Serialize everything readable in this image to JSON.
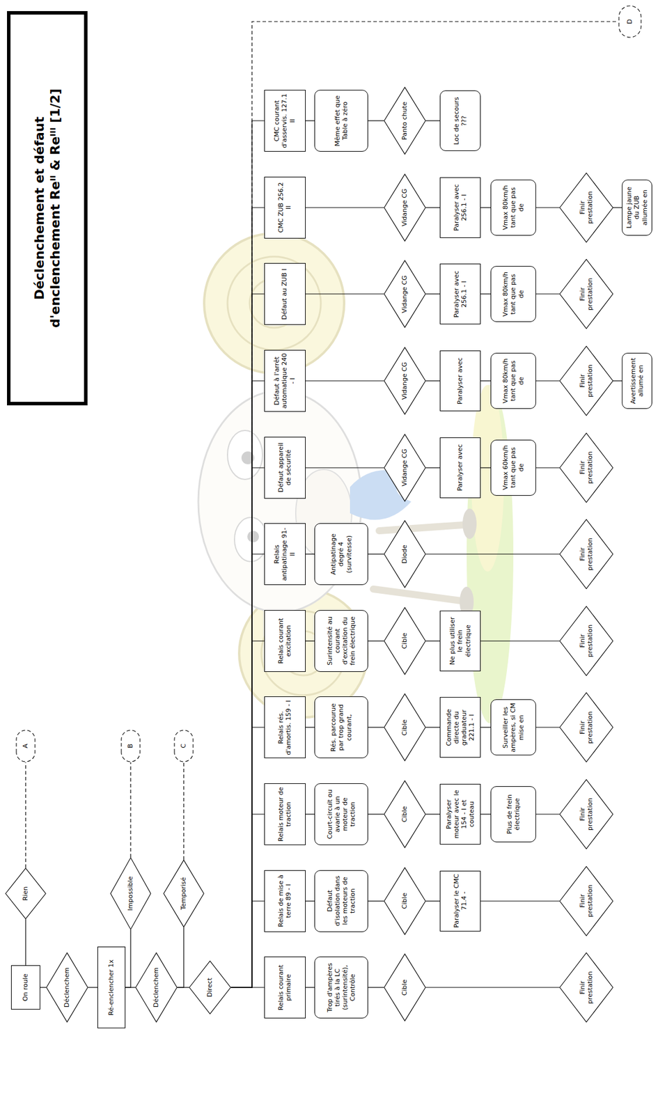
{
  "diagram": {
    "title": "Déclenchement et défaut d'enclenchement Reᴵᴵ & Reᴵᴵᴵ [1/2]",
    "nodes": [
      {
        "text": [
          "On roule"
        ]
      },
      {
        "text": [
          "Déclenchem"
        ]
      },
      {
        "text": [
          "Rien"
        ]
      },
      {
        "text": [
          "A"
        ]
      },
      {
        "text": [
          "Ré-enclencher 1x"
        ]
      },
      {
        "text": [
          "Déclenchem"
        ]
      },
      {
        "text": [
          "Impossible"
        ]
      },
      {
        "text": [
          "B"
        ]
      },
      {
        "text": [
          "Temporisé"
        ]
      },
      {
        "text": [
          "C"
        ]
      },
      {
        "text": [
          "Direct"
        ]
      },
      {
        "text": [
          "D"
        ]
      },
      {
        "text": [
          "Relais courant primaire"
        ]
      },
      {
        "text": [
          "Trop d'ampères tirés à la LC (surintensité), Contrôle"
        ]
      },
      {
        "text": [
          "Cible"
        ]
      },
      {
        "text": [
          "Finir prestation"
        ]
      },
      {
        "text": [
          "Relais de mise à terre 89 - I"
        ]
      },
      {
        "text": [
          "Défaut d'isolation dans les moteurs de traction"
        ]
      },
      {
        "text": [
          "Cible"
        ]
      },
      {
        "text": [
          "Paralyser le CMC 71.4 -"
        ]
      },
      {
        "text": [
          "Finir prestation"
        ]
      },
      {
        "text": [
          "Relais moteur de traction"
        ]
      },
      {
        "text": [
          "Court-circuit ou avarie à un moteur de traction"
        ]
      },
      {
        "text": [
          "Cible"
        ]
      },
      {
        "text": [
          "Paralyser moteur avec le 154 - I et couteau"
        ]
      },
      {
        "text": [
          "Plus de frein électrique"
        ]
      },
      {
        "text": [
          "Finir prestation"
        ]
      },
      {
        "text": [
          "Relais rés. d'amortis. 159 - I"
        ]
      },
      {
        "text": [
          "Rés. parcourue par trop grand courant,"
        ]
      },
      {
        "text": [
          "Cible"
        ]
      },
      {
        "text": [
          "Commande directe du graduateur 221.1 - I"
        ]
      },
      {
        "text": [
          "Surveiller les ampères, si CM mise en"
        ]
      },
      {
        "text": [
          "Finir prestation"
        ]
      },
      {
        "text": [
          "Relais courant excitation"
        ]
      },
      {
        "text": [
          "Surintensité au courant d'excitation du frein électrique"
        ]
      },
      {
        "text": [
          "Cible"
        ]
      },
      {
        "text": [
          "Ne plus utiliser le frein électrique"
        ]
      },
      {
        "text": [
          "Finir prestation"
        ]
      },
      {
        "text": [
          "Relais antipatinage 91-II"
        ]
      },
      {
        "text": [
          "Antipatinage degré 4 (survitesse)"
        ]
      },
      {
        "text": [
          "Diode"
        ]
      },
      {
        "text": [
          "Finir prestation"
        ]
      },
      {
        "text": [
          "Défaut appareil de sécurité"
        ]
      },
      {
        "text": [
          "Vidange CG"
        ]
      },
      {
        "text": [
          "Paralyser avec"
        ]
      },
      {
        "text": [
          "Vmax 60km/h tant que pas de"
        ]
      },
      {
        "text": [
          "Finir prestation"
        ]
      },
      {
        "text": [
          "Défaut à l'arrêt automatique 240 - I"
        ]
      },
      {
        "text": [
          "Vidange CG"
        ]
      },
      {
        "text": [
          "Paralyser avec"
        ]
      },
      {
        "text": [
          "Vmax 80km/h tant que pas de"
        ]
      },
      {
        "text": [
          "Finir prestation"
        ]
      },
      {
        "text": [
          "Avertissement allumé en"
        ]
      },
      {
        "text": [
          "Défaut au ZUB I"
        ]
      },
      {
        "text": [
          "Vidange CG"
        ]
      },
      {
        "text": [
          "Paralyser avec 256.1 - I"
        ]
      },
      {
        "text": [
          "Vmax 80km/h tant que pas de"
        ]
      },
      {
        "text": [
          "Finir prestation"
        ]
      },
      {
        "text": [
          "CMC ZUB 256.2 II"
        ]
      },
      {
        "text": [
          "Vidange CG"
        ]
      },
      {
        "text": [
          "Paralyser avec 256.1 - I"
        ]
      },
      {
        "text": [
          "Vmax 80km/h tant que pas de"
        ]
      },
      {
        "text": [
          "Finir prestation"
        ]
      },
      {
        "text": [
          "Lampe jaune du ZUB allumée en"
        ]
      },
      {
        "text": [
          "CMC courant d'asservis. 127.1 II"
        ]
      },
      {
        "text": [
          "Même effet que Table à zéro"
        ]
      },
      {
        "text": [
          "Panto chute"
        ]
      },
      {
        "text": [
          "Loc de secours ???"
        ]
      }
    ],
    "edges": [
      {
        "from": 0,
        "to": 1,
        "arrow": "none"
      },
      {
        "from": 0,
        "to": 2,
        "arrow": "none"
      },
      {
        "from": 2,
        "to": 3,
        "arrow": "none"
      },
      {
        "from": 1,
        "to": 4,
        "arrow": "none"
      },
      {
        "from": 4,
        "to": 6,
        "arrow": "none"
      },
      {
        "from": 6,
        "to": 7,
        "arrow": "none"
      },
      {
        "from": 4,
        "to": 5,
        "arrow": "none"
      },
      {
        "from": 5,
        "to": 8,
        "arrow": "none"
      },
      {
        "from": 8,
        "to": 9,
        "arrow": "none"
      },
      {
        "from": 5,
        "to": 10,
        "arrow": "none"
      },
      {
        "from": 10,
        "to": 11,
        "arrow": "none"
      },
      {
        "from": 10,
        "to": 12,
        "arrow": "none"
      },
      {
        "from": 10,
        "to": 16,
        "arrow": "none"
      },
      {
        "from": 10,
        "to": 21,
        "arrow": "none"
      },
      {
        "from": 10,
        "to": 27,
        "arrow": "none"
      },
      {
        "from": 10,
        "to": 33,
        "arrow": "none"
      },
      {
        "from": 10,
        "to": 38,
        "arrow": "none"
      },
      {
        "from": 10,
        "to": 42,
        "arrow": "none"
      },
      {
        "from": 10,
        "to": 47,
        "arrow": "none"
      },
      {
        "from": 10,
        "to": 53,
        "arrow": "none"
      },
      {
        "from": 10,
        "to": 58,
        "arrow": "none"
      },
      {
        "from": 10,
        "to": 64,
        "arrow": "none"
      },
      {
        "from": 12,
        "to": 13,
        "arrow": "none"
      },
      {
        "from": 13,
        "to": 14,
        "arrow": "none"
      },
      {
        "from": 14,
        "to": 15,
        "arrow": "none"
      },
      {
        "from": 16,
        "to": 17,
        "arrow": "none"
      },
      {
        "from": 17,
        "to": 18,
        "arrow": "none"
      },
      {
        "from": 18,
        "to": 19,
        "arrow": "none"
      },
      {
        "from": 19,
        "to": 20,
        "arrow": "none"
      },
      {
        "from": 21,
        "to": 22,
        "arrow": "none"
      },
      {
        "from": 22,
        "to": 23,
        "arrow": "none"
      },
      {
        "from": 23,
        "to": 24,
        "arrow": "none"
      },
      {
        "from": 24,
        "to": 25,
        "arrow": "none"
      },
      {
        "from": 25,
        "to": 26,
        "arrow": "none"
      },
      {
        "from": 27,
        "to": 28,
        "arrow": "none"
      },
      {
        "from": 28,
        "to": 29,
        "arrow": "none"
      },
      {
        "from": 29,
        "to": 30,
        "arrow": "none"
      },
      {
        "from": 30,
        "to": 31,
        "arrow": "none"
      },
      {
        "from": 31,
        "to": 32,
        "arrow": "none"
      },
      {
        "from": 33,
        "to": 34,
        "arrow": "none"
      },
      {
        "from": 34,
        "to": 35,
        "arrow": "none"
      },
      {
        "from": 35,
        "to": 36,
        "arrow": "none"
      },
      {
        "from": 36,
        "to": 37,
        "arrow": "none"
      },
      {
        "from": 38,
        "to": 39,
        "arrow": "none"
      },
      {
        "from": 39,
        "to": 40,
        "arrow": "none"
      },
      {
        "from": 40,
        "to": 41,
        "arrow": "none"
      },
      {
        "from": 42,
        "to": 43,
        "arrow": "none"
      },
      {
        "from": 43,
        "to": 44,
        "arrow": "none"
      },
      {
        "from": 44,
        "to": 45,
        "arrow": "none"
      },
      {
        "from": 45,
        "to": 46,
        "arrow": "none"
      },
      {
        "from": 47,
        "to": 48,
        "arrow": "none"
      },
      {
        "from": 48,
        "to": 49,
        "arrow": "none"
      },
      {
        "from": 49,
        "to": 50,
        "arrow": "none"
      },
      {
        "from": 50,
        "to": 51,
        "arrow": "none"
      },
      {
        "from": 51,
        "to": 52,
        "arrow": "none"
      },
      {
        "from": 53,
        "to": 54,
        "arrow": "none"
      },
      {
        "from": 54,
        "to": 55,
        "arrow": "none"
      },
      {
        "from": 55,
        "to": 56,
        "arrow": "none"
      },
      {
        "from": 56,
        "to": 57,
        "arrow": "none"
      },
      {
        "from": 58,
        "to": 59,
        "arrow": "none"
      },
      {
        "from": 59,
        "to": 60,
        "arrow": "none"
      },
      {
        "from": 60,
        "to": 61,
        "arrow": "none"
      },
      {
        "from": 61,
        "to": 62,
        "arrow": "none"
      },
      {
        "from": 62,
        "to": 63,
        "arrow": "none"
      },
      {
        "from": 64,
        "to": 65,
        "arrow": "none"
      },
      {
        "from": 65,
        "to": 66,
        "arrow": "none"
      },
      {
        "from": 66,
        "to": 67,
        "arrow": "none"
      }
    ]
  }
}
